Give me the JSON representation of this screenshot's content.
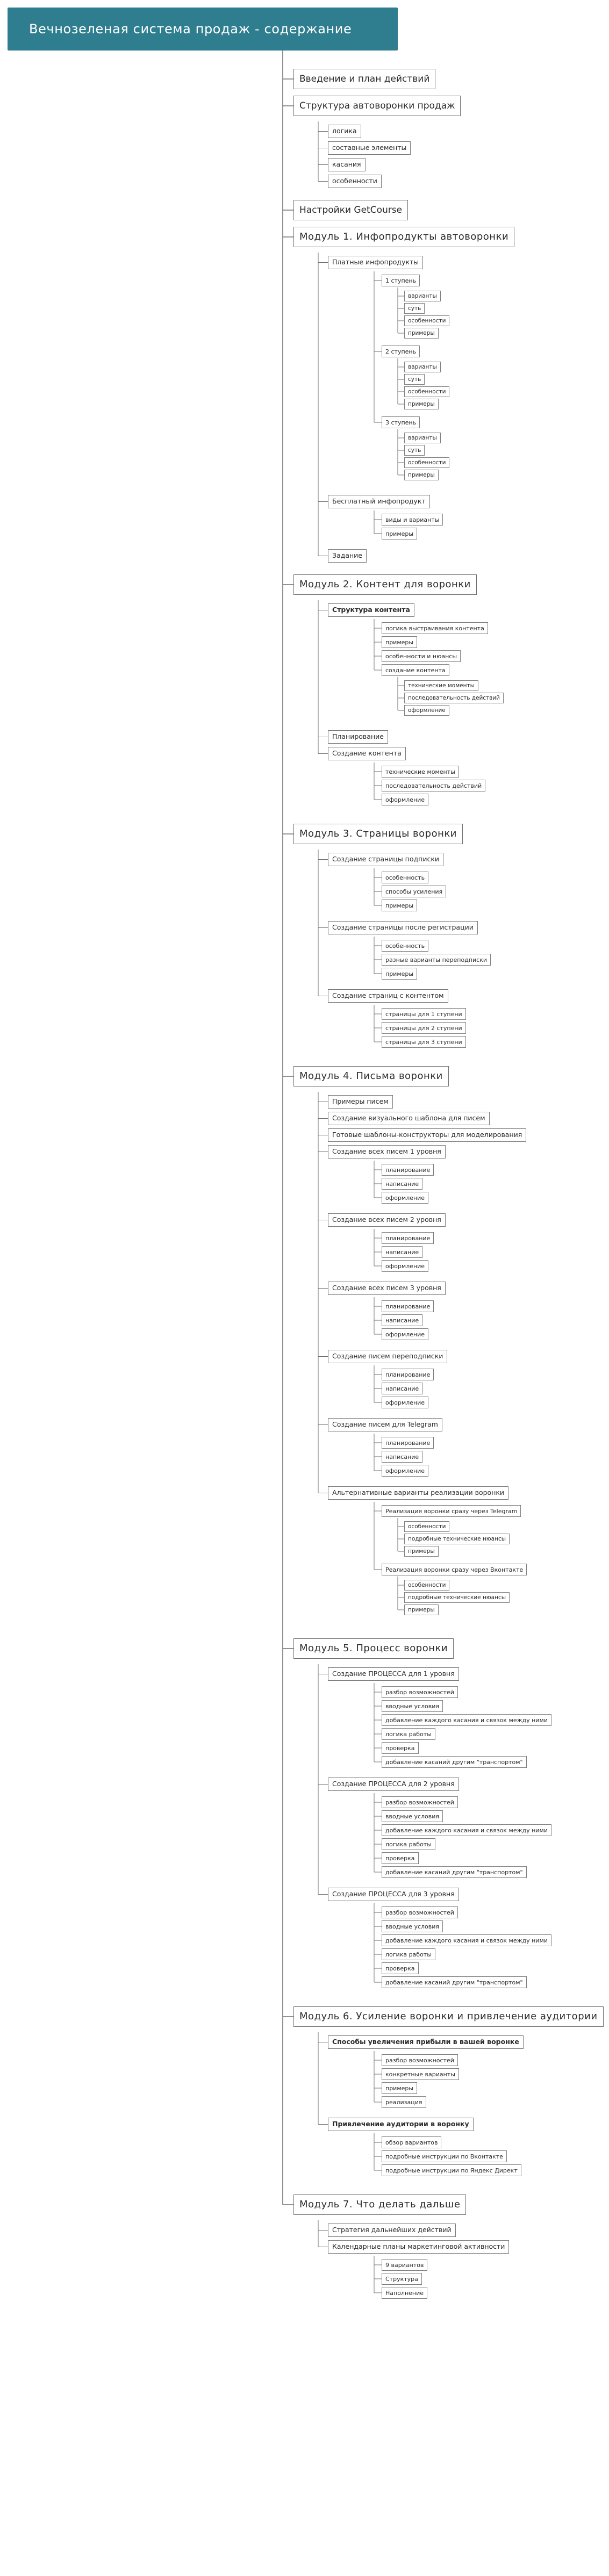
{
  "title": "Вечнозеленая система продаж - содержание",
  "colors": {
    "title_bg": "#2f7e8f",
    "title_text": "#ffffff",
    "line": "#6f6f6f",
    "border": "#7a7a7a"
  },
  "sections": [
    {
      "label": "Введение и план действий",
      "module": false,
      "children": []
    },
    {
      "label": "Структура автоворонки продаж",
      "module": false,
      "children": [
        {
          "label": "логика",
          "children": []
        },
        {
          "label": "составные элементы",
          "children": []
        },
        {
          "label": "касания",
          "children": []
        },
        {
          "label": "особенности",
          "children": []
        }
      ]
    },
    {
      "label": "Настройки GetCourse",
      "module": false,
      "children": []
    },
    {
      "label": "Модуль 1. Инфопродукты автоворонки",
      "module": true,
      "children": [
        {
          "label": "Платные инфопродукты",
          "children": [
            {
              "label": "1 ступень",
              "children": [
                {
                  "label": "варианты"
                },
                {
                  "label": "суть"
                },
                {
                  "label": "особенности"
                },
                {
                  "label": "примеры"
                }
              ]
            },
            {
              "label": "2 ступень",
              "children": [
                {
                  "label": "варианты"
                },
                {
                  "label": "суть"
                },
                {
                  "label": "особенности"
                },
                {
                  "label": "примеры"
                }
              ]
            },
            {
              "label": "3 ступень",
              "children": [
                {
                  "label": "варианты"
                },
                {
                  "label": "суть"
                },
                {
                  "label": "особенности"
                },
                {
                  "label": "примеры"
                }
              ]
            }
          ]
        },
        {
          "label": "Бесплатный инфопродукт",
          "children": [
            {
              "label": "виды и варианты",
              "children": []
            },
            {
              "label": "примеры",
              "children": []
            }
          ]
        },
        {
          "label": "Задание",
          "children": []
        }
      ]
    },
    {
      "label": "Модуль 2. Контент для воронки",
      "module": true,
      "children": [
        {
          "label": "Структура контента",
          "children": [
            {
              "label": "логика выстраивания контента",
              "children": []
            },
            {
              "label": "примеры",
              "children": []
            },
            {
              "label": "особенности и нюансы",
              "children": []
            },
            {
              "label": "создание контента",
              "children": [
                {
                  "label": "технические моменты"
                },
                {
                  "label": "последовательность действий"
                },
                {
                  "label": "оформление"
                }
              ]
            }
          ]
        },
        {
          "label": "Планирование",
          "children": []
        },
        {
          "label": "Создание контента",
          "children": [
            {
              "label": "технические моменты",
              "children": []
            },
            {
              "label": "последовательность действий",
              "children": []
            },
            {
              "label": "оформление",
              "children": []
            }
          ]
        }
      ]
    },
    {
      "label": "Модуль 3. Страницы воронки",
      "module": true,
      "children": [
        {
          "label": "Создание страницы подписки",
          "children": [
            {
              "label": "особенность",
              "children": []
            },
            {
              "label": "способы усиления",
              "children": []
            },
            {
              "label": "примеры",
              "children": []
            }
          ]
        },
        {
          "label": "Создание страницы после регистрации",
          "children": [
            {
              "label": "особенность",
              "children": []
            },
            {
              "label": "разные варианты переподписки",
              "children": []
            },
            {
              "label": "примеры",
              "children": []
            }
          ]
        },
        {
          "label": "Создание страниц с контентом",
          "children": [
            {
              "label": "страницы для 1 ступени",
              "children": []
            },
            {
              "label": "страницы для 2 ступени",
              "children": []
            },
            {
              "label": "страницы для 3 ступени",
              "children": []
            }
          ]
        }
      ]
    },
    {
      "label": "Модуль 4. Письма воронки",
      "module": true,
      "children": [
        {
          "label": "Примеры писем",
          "children": []
        },
        {
          "label": "Создание визуального шаблона для писем",
          "children": []
        },
        {
          "label": "Готовые шаблоны-конструкторы для моделирования",
          "children": []
        },
        {
          "label": "Создание всех писем 1 уровня",
          "children": [
            {
              "label": "планирование",
              "children": []
            },
            {
              "label": "написание",
              "children": []
            },
            {
              "label": "оформление",
              "children": []
            }
          ]
        },
        {
          "label": "Создание всех писем 2 уровня",
          "children": [
            {
              "label": "планирование",
              "children": []
            },
            {
              "label": "написание",
              "children": []
            },
            {
              "label": "оформление",
              "children": []
            }
          ]
        },
        {
          "label": "Создание всех писем 3 уровня",
          "children": [
            {
              "label": "планирование",
              "children": []
            },
            {
              "label": "написание",
              "children": []
            },
            {
              "label": "оформление",
              "children": []
            }
          ]
        },
        {
          "label": "Создание писем переподписки",
          "children": [
            {
              "label": "планирование",
              "children": []
            },
            {
              "label": "написание",
              "children": []
            },
            {
              "label": "оформление",
              "children": []
            }
          ]
        },
        {
          "label": "Создание писем для Telegram",
          "children": [
            {
              "label": "планирование",
              "children": []
            },
            {
              "label": "написание",
              "children": []
            },
            {
              "label": "оформление",
              "children": []
            }
          ]
        },
        {
          "label": "Альтернативные варианты реализации воронки",
          "children": [
            {
              "label": "Реализация воронки сразу через Telegram",
              "children": [
                {
                  "label": "особенности"
                },
                {
                  "label": "подробные технические нюансы"
                },
                {
                  "label": "примеры"
                }
              ]
            },
            {
              "label": "Реализация воронки сразу через Вконтакте",
              "children": [
                {
                  "label": "особенности"
                },
                {
                  "label": "подробные технические нюансы"
                },
                {
                  "label": "примеры"
                }
              ]
            }
          ]
        }
      ]
    },
    {
      "label": "Модуль 5. Процесс воронки",
      "module": true,
      "children": [
        {
          "label": "Создание ПРОЦЕССА для 1 уровня",
          "children": [
            {
              "label": "разбор возможностей",
              "children": []
            },
            {
              "label": "вводные условия",
              "children": []
            },
            {
              "label": "добавление каждого касания и связок между ними",
              "children": []
            },
            {
              "label": "логика работы",
              "children": []
            },
            {
              "label": "проверка",
              "children": []
            },
            {
              "label": "добавление касаний другим \"транспортом\"",
              "children": []
            }
          ]
        },
        {
          "label": "Создание ПРОЦЕССА для 2 уровня",
          "children": [
            {
              "label": "разбор возможностей",
              "children": []
            },
            {
              "label": "вводные условия",
              "children": []
            },
            {
              "label": "добавление каждого касания и связок между ними",
              "children": []
            },
            {
              "label": "логика работы",
              "children": []
            },
            {
              "label": "проверка",
              "children": []
            },
            {
              "label": "добавление касаний другим \"транспортом\"",
              "children": []
            }
          ]
        },
        {
          "label": "Создание ПРОЦЕССА для 3 уровня",
          "children": [
            {
              "label": "разбор возможностей",
              "children": []
            },
            {
              "label": "вводные условия",
              "children": []
            },
            {
              "label": "добавление каждого касания и связок между ними",
              "children": []
            },
            {
              "label": "логика работы",
              "children": []
            },
            {
              "label": "проверка",
              "children": []
            },
            {
              "label": "добавление касаний другим \"транспортом\"",
              "children": []
            }
          ]
        }
      ]
    },
    {
      "label": "Модуль 6. Усиление воронки и привлечение аудитории",
      "module": true,
      "children": [
        {
          "label": "Способы увеличения прибыли в вашей воронке",
          "children": [
            {
              "label": "разбор возможностей",
              "children": []
            },
            {
              "label": "конкретные варианты",
              "children": []
            },
            {
              "label": "примеры",
              "children": []
            },
            {
              "label": "реализация",
              "children": []
            }
          ]
        },
        {
          "label": "Привлечение аудитории в воронку",
          "children": [
            {
              "label": "обзор вариантов",
              "children": []
            },
            {
              "label": "подробные инструкции по Вконтакте",
              "children": []
            },
            {
              "label": "подробные инструкции по Яндекс Директ",
              "children": []
            }
          ]
        }
      ]
    },
    {
      "label": "Модуль 7. Что делать дальше",
      "module": true,
      "children": [
        {
          "label": "Стратегия дальнейших действий",
          "children": []
        },
        {
          "label": "Календарные планы маркетинговой активности",
          "children": [
            {
              "label": "9 вариантов",
              "children": []
            },
            {
              "label": "Структура",
              "children": []
            },
            {
              "label": "Наполнение",
              "children": []
            }
          ]
        }
      ]
    }
  ]
}
